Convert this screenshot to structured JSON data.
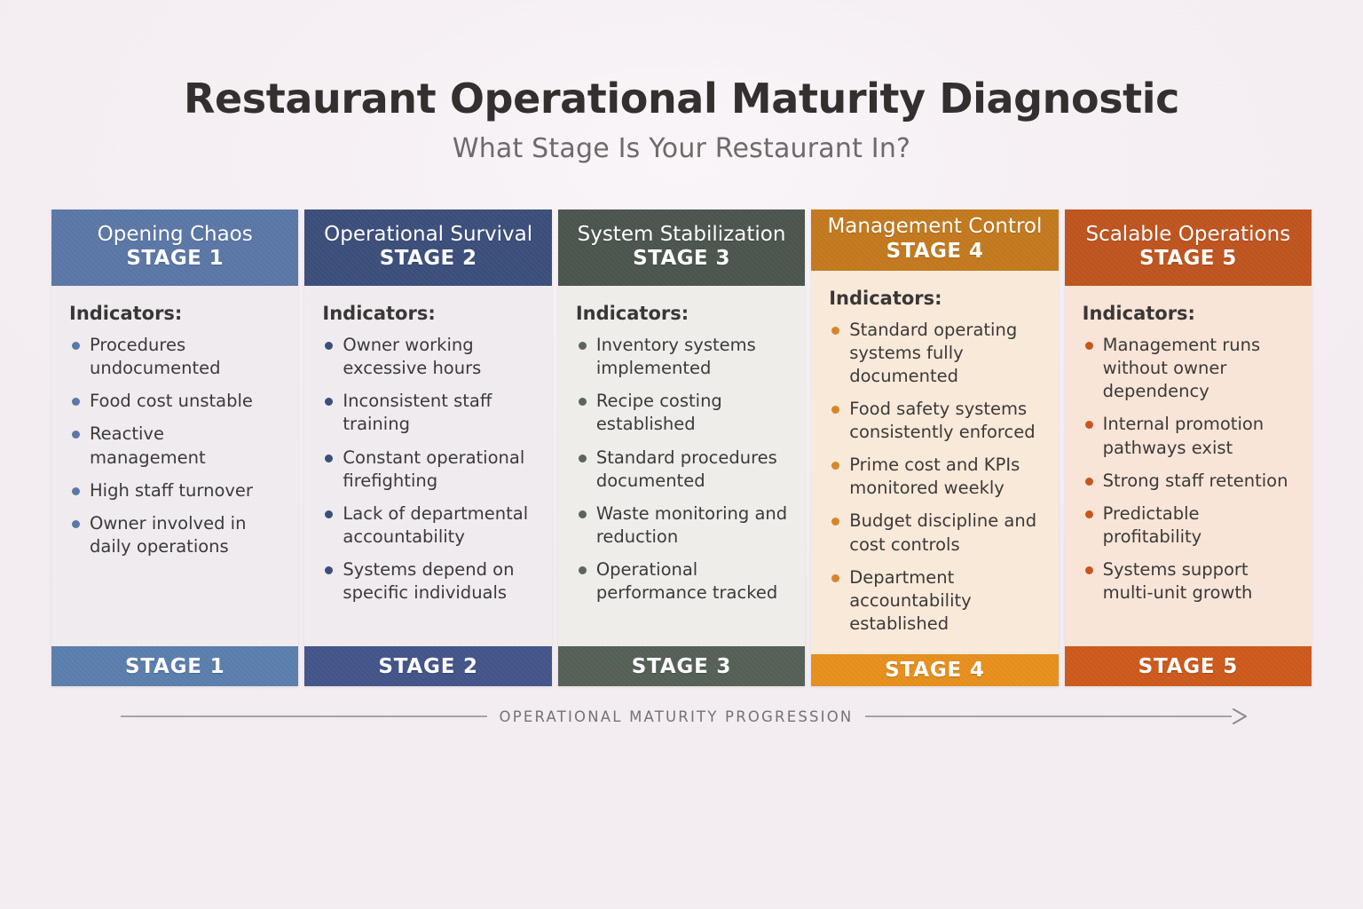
{
  "header": {
    "title": "Restaurant Operational Maturity Diagnostic",
    "subtitle": "What Stage Is Your Restaurant In?"
  },
  "indicators_label": "Indicators:",
  "stages": [
    {
      "name": "Opening Chaos",
      "stage_label": "STAGE 1",
      "footer_label": "STAGE 1",
      "header_color": "#5b78a8",
      "footer_color": "#5b7fae",
      "bullet_color": "#5b78a8",
      "body_color": "#f1ecf0",
      "indicators": [
        "Procedures undocumented",
        "Food cost unstable",
        "Reactive management",
        "High staff turnover",
        "Owner involved in daily operations"
      ]
    },
    {
      "name": "Operational Survival",
      "stage_label": "STAGE 2",
      "footer_label": "STAGE 2",
      "header_color": "#3c4f7c",
      "footer_color": "#44558a",
      "bullet_color": "#3c4f7c",
      "body_color": "#f1ecf0",
      "indicators": [
        "Owner working excessive hours",
        "Inconsistent staff training",
        "Constant operational firefighting",
        "Lack of departmental accountability",
        "Systems depend on specific individuals"
      ]
    },
    {
      "name": "System Stabilization",
      "stage_label": "STAGE 3",
      "footer_label": "STAGE 3",
      "header_color": "#4b564e",
      "footer_color": "#556157",
      "bullet_color": "#5c665c",
      "body_color": "#efeeea",
      "indicators": [
        "Inventory systems implemented",
        "Recipe costing established",
        "Standard procedures documented",
        "Waste monitoring and reduction",
        "Operational performance tracked"
      ]
    },
    {
      "name": "Management Control",
      "stage_label": "STAGE 4",
      "footer_label": "STAGE 4",
      "header_color": "#c47a1e",
      "footer_color": "#e8901e",
      "bullet_color": "#d9862a",
      "body_color": "#faeada",
      "indicators": [
        "Standard operating systems fully documented",
        "Food safety systems consistently enforced",
        "Prime cost and KPIs monitored weekly",
        "Budget discipline and cost controls",
        "Department accountability established"
      ]
    },
    {
      "name": "Scalable Operations",
      "stage_label": "STAGE 5",
      "footer_label": "STAGE 5",
      "header_color": "#c0551f",
      "footer_color": "#ce5a1c",
      "bullet_color": "#c7571e",
      "body_color": "#f9e6d8",
      "indicators": [
        "Management runs without owner dependency",
        "Internal promotion pathways exist",
        "Strong staff retention",
        "Predictable profitability",
        "Systems support multi-unit growth"
      ]
    }
  ],
  "progression": {
    "label": "OPERATIONAL MATURITY PROGRESSION",
    "line_color": "#8e8a90",
    "arrow_icon": "arrow-right-icon"
  }
}
